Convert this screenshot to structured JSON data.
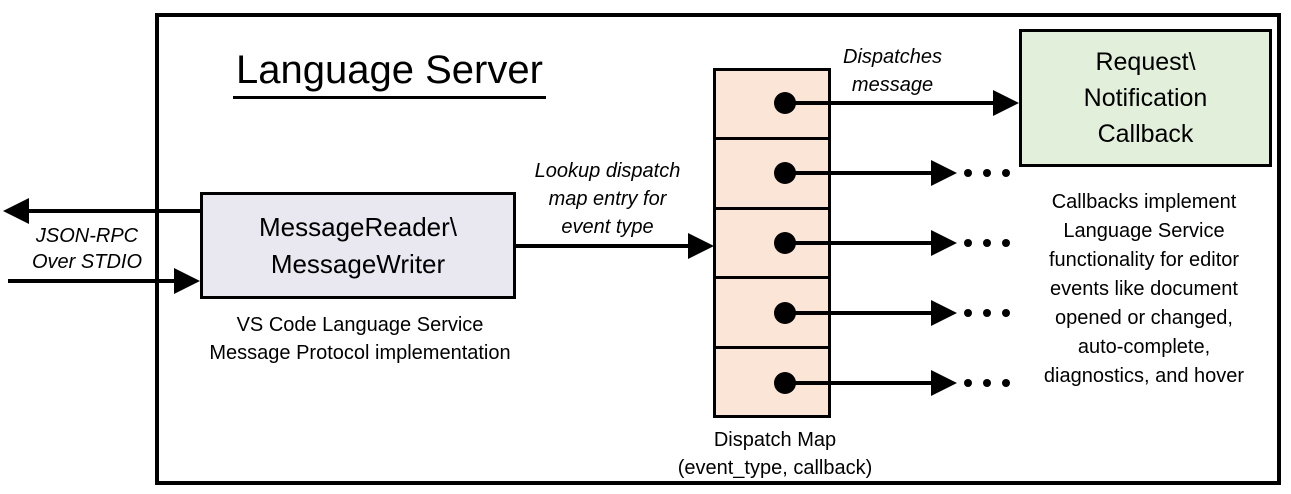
{
  "title": "Language Server",
  "colors": {
    "reader_box_bg": "#E9E7F0",
    "dispatch_cell_bg": "#FBE5D6",
    "callback_box_bg": "#E2EFDA",
    "line_color": "#000000"
  },
  "left_io": {
    "label_lines": [
      "JSON-RPC",
      "Over STDIO"
    ]
  },
  "reader_box": {
    "lines": [
      "MessageReader\\",
      "MessageWriter"
    ],
    "caption_lines": [
      "VS Code Language Service",
      "Message Protocol implementation"
    ]
  },
  "lookup_label": {
    "lines": [
      "Lookup dispatch",
      "map entry for",
      "event type"
    ]
  },
  "dispatch_map": {
    "cell_count": 5,
    "caption_lines": [
      "Dispatch Map",
      "(event_type, callback)"
    ]
  },
  "dispatches_label": {
    "lines": [
      "Dispatches",
      "message"
    ]
  },
  "callback_box": {
    "lines": [
      "Request\\",
      "Notification",
      "Callback"
    ]
  },
  "callbacks_note": {
    "lines": [
      "Callbacks implement",
      "Language Service",
      "functionality for editor",
      "events like document",
      "opened or changed,",
      "auto-complete,",
      "diagnostics, and hover"
    ]
  },
  "icons": {
    "ellipsis-icon": "three-dots",
    "arrow-icon": "solid-triangle"
  }
}
